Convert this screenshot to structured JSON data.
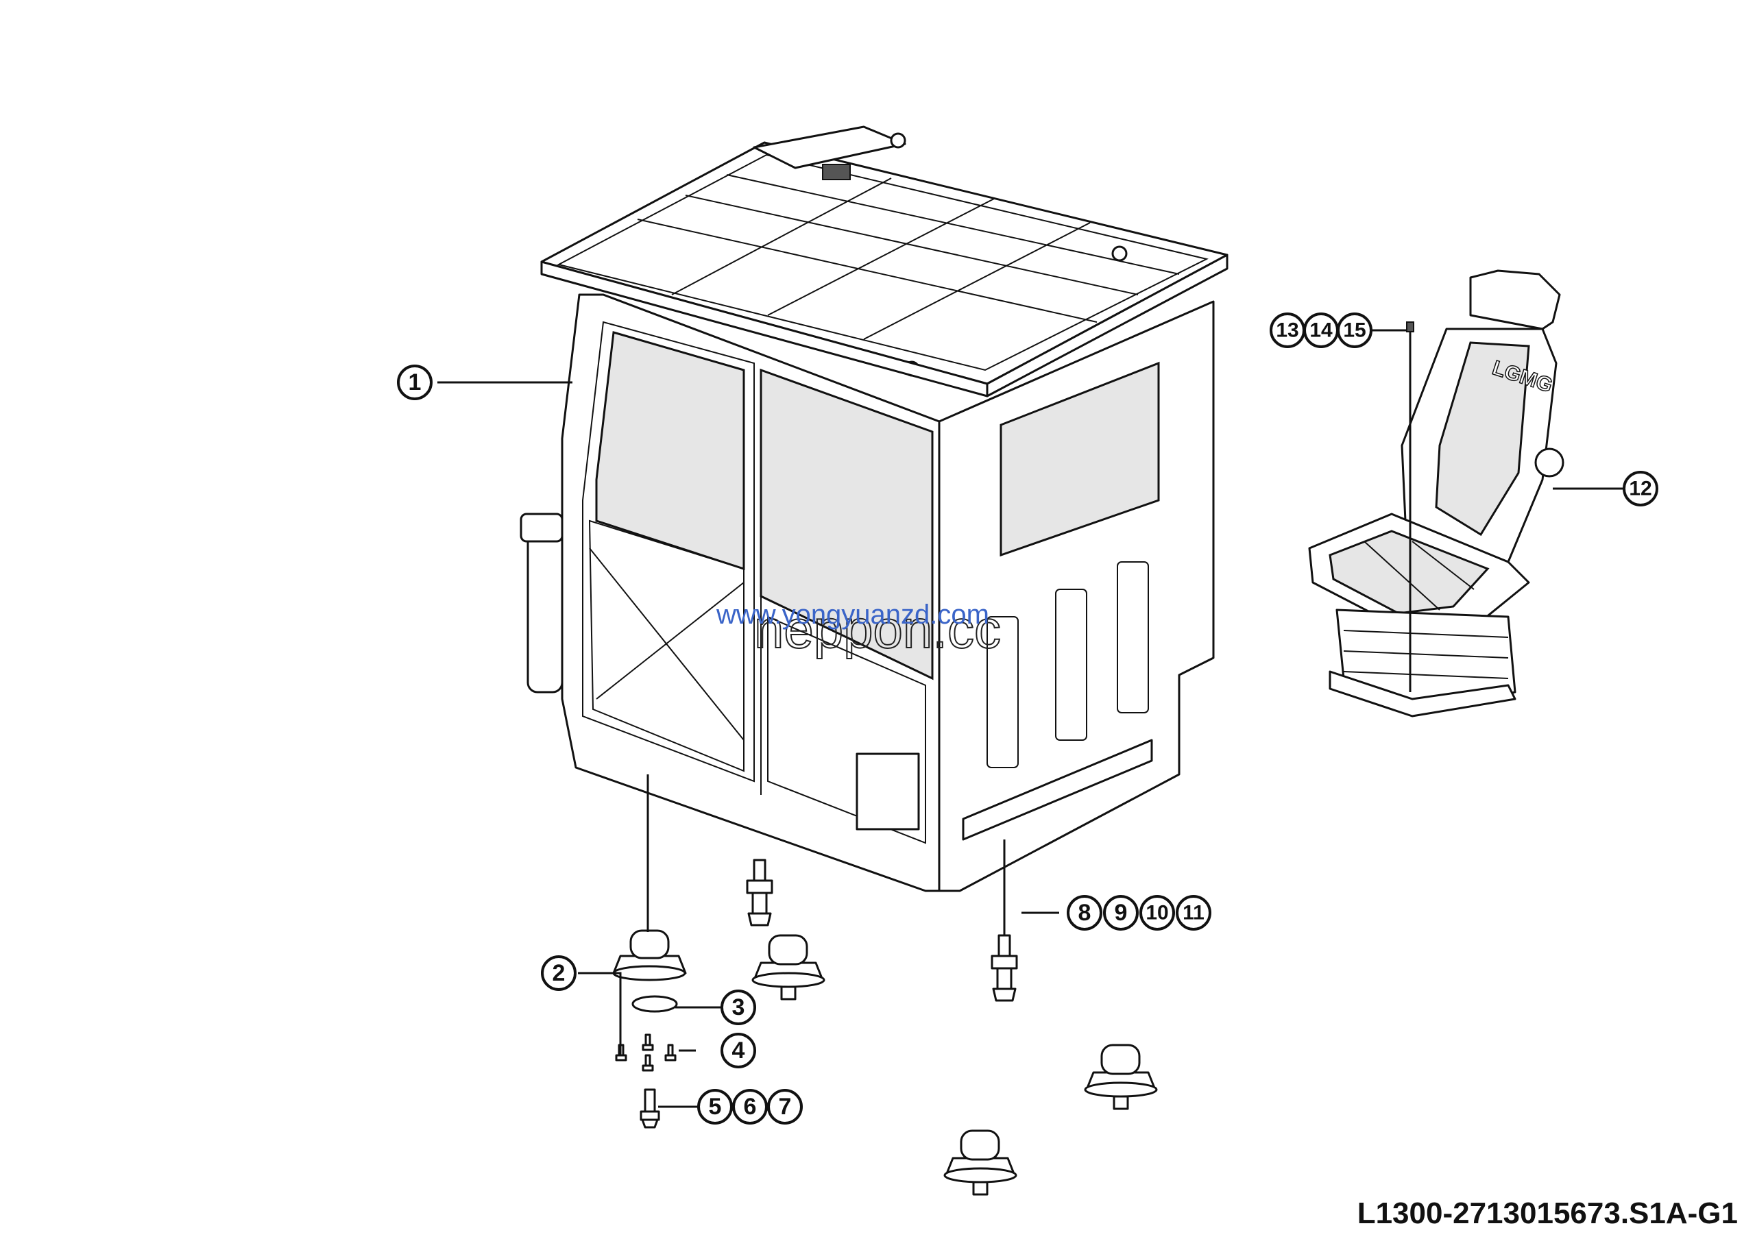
{
  "callouts": {
    "c1": "1",
    "c2": "2",
    "c3": "3",
    "c4": "4",
    "c5": "5",
    "c6": "6",
    "c7": "7",
    "c8": "8",
    "c9": "9",
    "c10": "10",
    "c11": "11",
    "c12": "12",
    "c13": "13",
    "c14": "14",
    "c15": "15"
  },
  "seat_logo": "LGMG",
  "watermark": {
    "url": "www.yongyuanzd.com",
    "large": "neppon.cc"
  },
  "drawing_code": "L1300-2713015673.S1A-G1"
}
